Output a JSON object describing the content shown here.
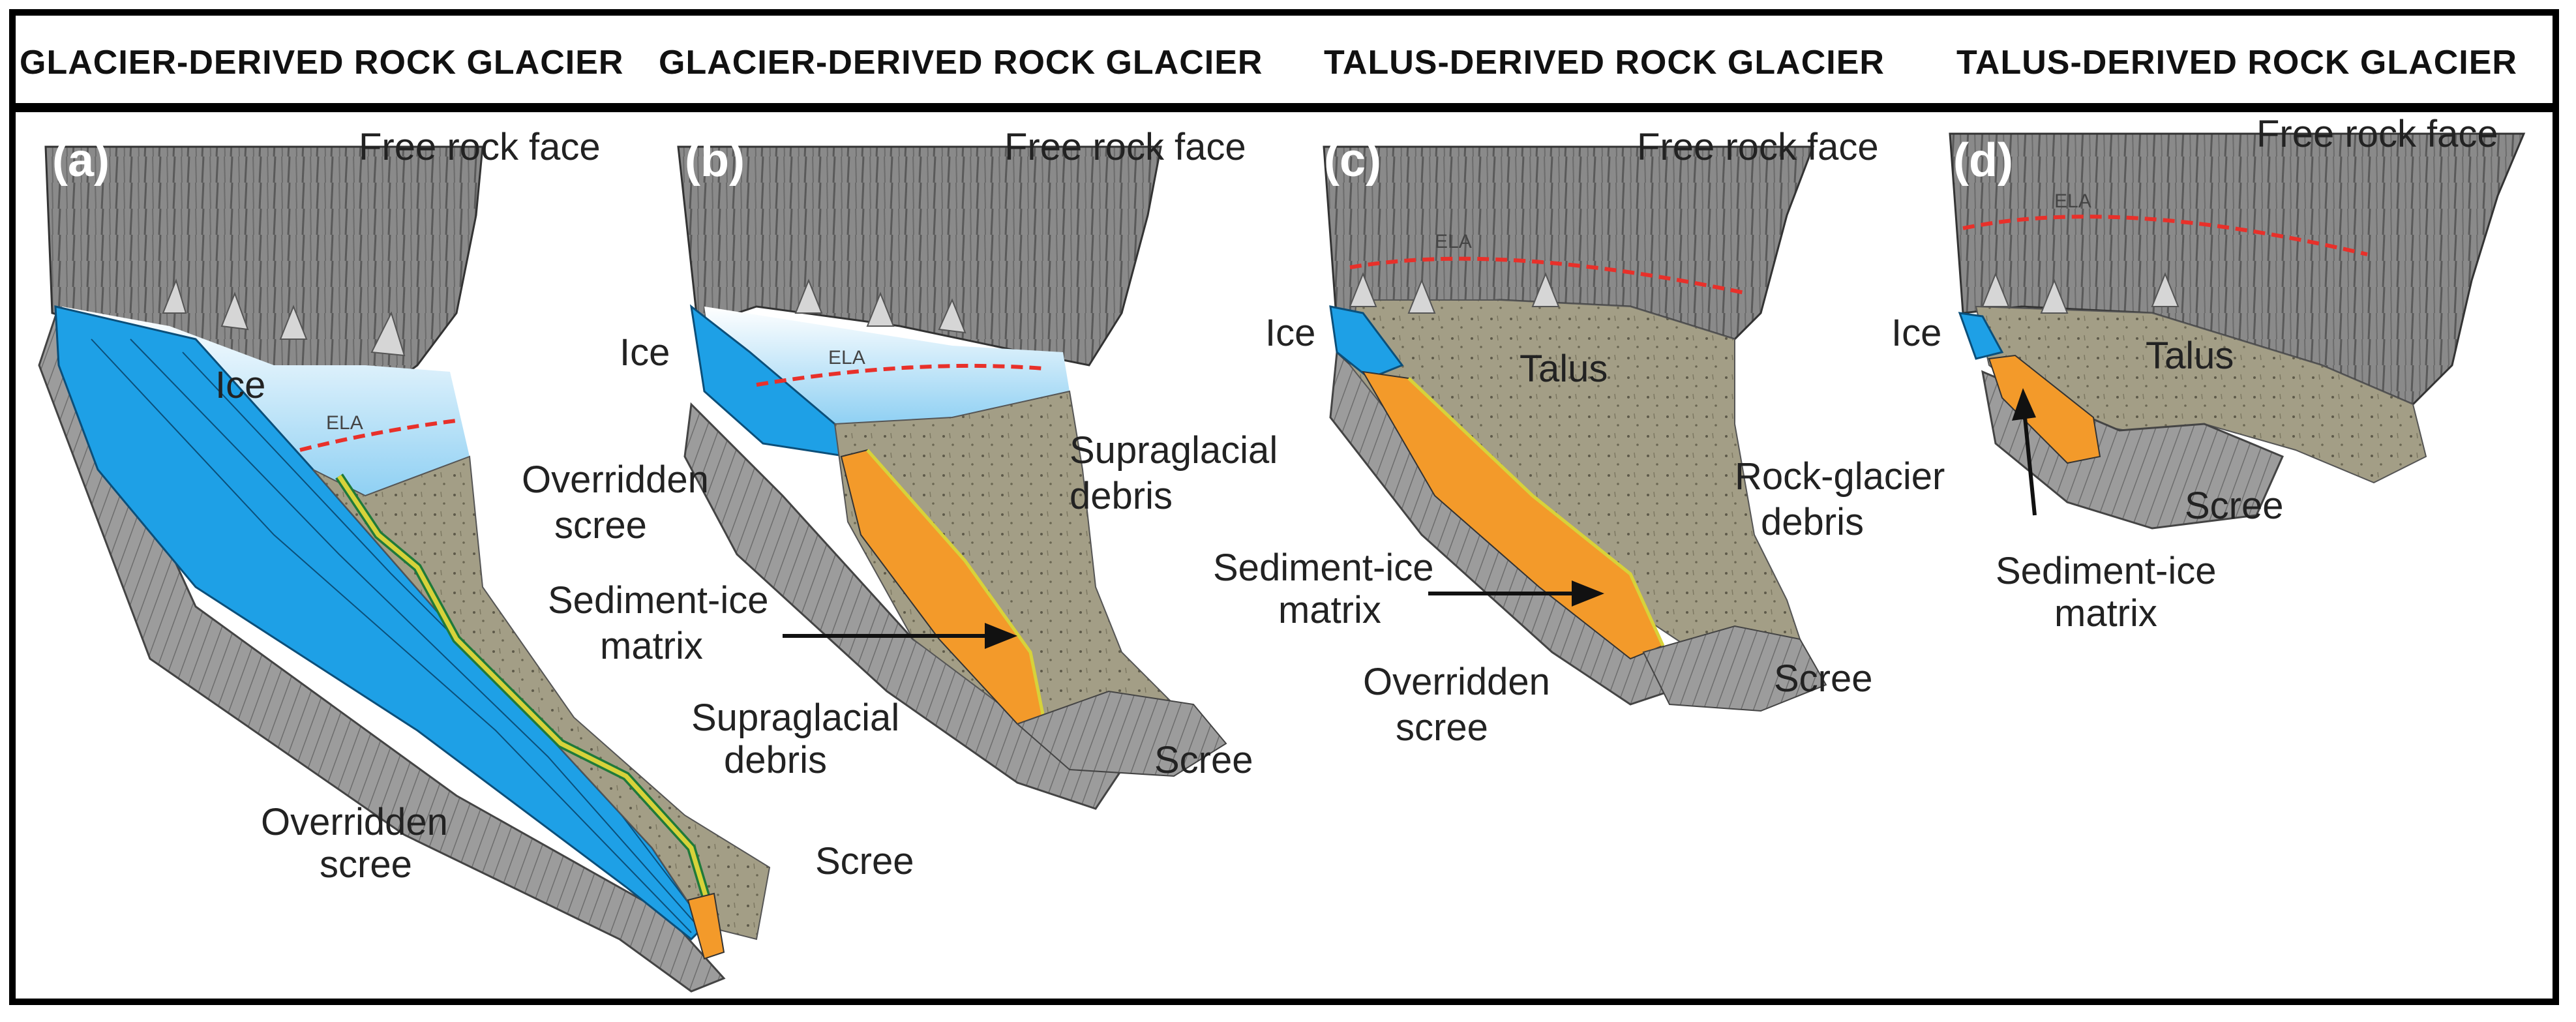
{
  "headers": {
    "a": "GLACIER-DERIVED ROCK GLACIER",
    "b": "GLACIER-DERIVED ROCK GLACIER",
    "c": "TALUS-DERIVED ROCK GLACIER",
    "d": "TALUS-DERIVED ROCK GLACIER"
  },
  "panels": {
    "a": {
      "id": "(a)",
      "free_rock_face": "Free rock face",
      "ice": "Ice",
      "ela": "ELA",
      "supraglacial_1": "Supraglacial",
      "supraglacial_2": "debris",
      "overridden_1": "Overridden",
      "overridden_2": "scree",
      "scree": "Scree"
    },
    "b": {
      "id": "(b)",
      "free_rock_face": "Free rock face",
      "ice": "Ice",
      "ela": "ELA",
      "supraglacial_1": "Supraglacial",
      "supraglacial_2": "debris",
      "overridden_1": "Overridden",
      "overridden_2": "scree",
      "sediment_1": "Sediment-ice",
      "sediment_2": "matrix",
      "scree": "Scree"
    },
    "c": {
      "id": "(c)",
      "free_rock_face": "Free rock face",
      "ice": "Ice",
      "ela": "ELA",
      "talus": "Talus",
      "rockglacier_1": "Rock-glacier",
      "rockglacier_2": "debris",
      "sediment_1": "Sediment-ice",
      "sediment_2": "matrix",
      "overridden_1": "Overridden",
      "overridden_2": "scree",
      "scree": "Scree"
    },
    "d": {
      "id": "(d)",
      "free_rock_face": "Free rock face",
      "ice": "Ice",
      "ela": "ELA",
      "talus": "Talus",
      "scree": "Scree",
      "sediment_1": "Sediment-ice",
      "sediment_2": "matrix"
    }
  },
  "colors": {
    "rock": "#8a8a8a",
    "rock_dark": "#5e5e5e",
    "ice": "#1ea0e6",
    "ice_light": "#cfe9f8",
    "debris": "#a39e86",
    "sediment_ice": "#f39a2a",
    "ela_line": "#e8302a",
    "scree": "#9a9a9a",
    "river": "#d7d23a"
  }
}
